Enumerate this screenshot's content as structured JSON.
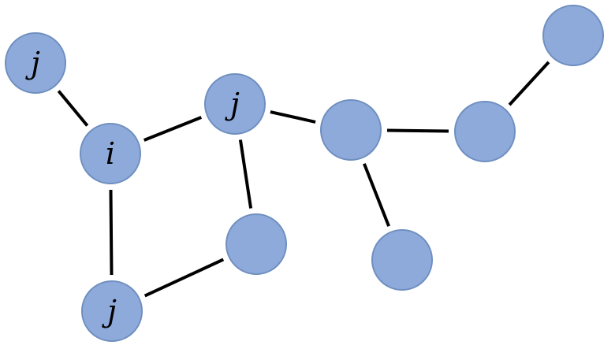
{
  "colors": {
    "node_fill": "#8eaadb",
    "node_stroke": "#6f8fbf",
    "edge": "#000000",
    "background": "#ffffff"
  },
  "nodes": [
    {
      "id": "n1",
      "label": "j"
    },
    {
      "id": "n2",
      "label": "i"
    },
    {
      "id": "n3",
      "label": "j"
    },
    {
      "id": "n4",
      "label": ""
    },
    {
      "id": "n5",
      "label": "j"
    },
    {
      "id": "n6",
      "label": ""
    },
    {
      "id": "n7",
      "label": ""
    },
    {
      "id": "n8",
      "label": ""
    },
    {
      "id": "n9",
      "label": ""
    }
  ],
  "edges": [
    {
      "from": "n1",
      "to": "n2"
    },
    {
      "from": "n2",
      "to": "n3"
    },
    {
      "from": "n2",
      "to": "n5"
    },
    {
      "from": "n3",
      "to": "n4"
    },
    {
      "from": "n4",
      "to": "n5"
    },
    {
      "from": "n3",
      "to": "n6"
    },
    {
      "from": "n6",
      "to": "n7"
    },
    {
      "from": "n6",
      "to": "n8"
    },
    {
      "from": "n7",
      "to": "n9"
    }
  ]
}
